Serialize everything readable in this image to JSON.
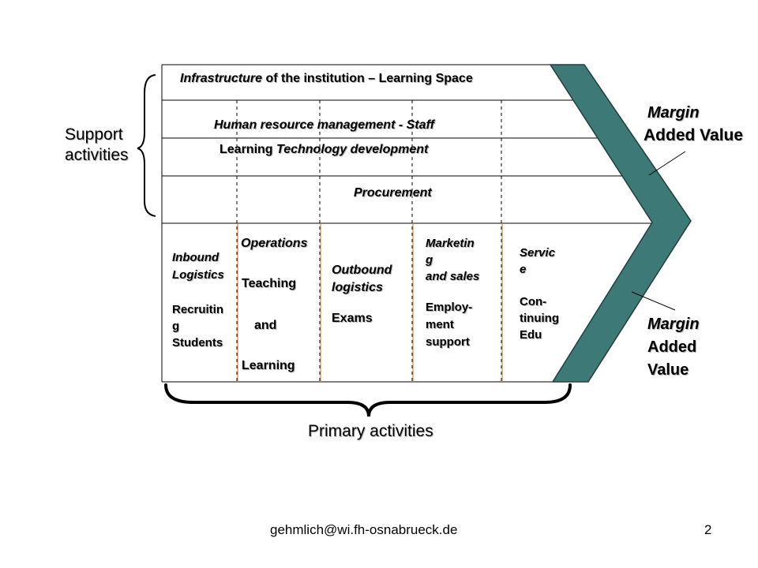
{
  "support": {
    "label_line1": "Support",
    "label_line2": "activities",
    "infrastructure": {
      "emph": "Infrastructure",
      "rest": " of the institution – Learning Space"
    },
    "hr": "Human resource management - Staff",
    "tech": {
      "plain": "Learning ",
      "emph": "Technology development"
    },
    "procurement": "Procurement"
  },
  "primary": {
    "label": "Primary activities",
    "inbound": {
      "heading": "Inbound\nLogistics",
      "body": "Recruitin\ng\nStudents"
    },
    "operations": {
      "heading": "Operations",
      "line1": "Teaching",
      "line2": "and",
      "line3": "Learning"
    },
    "outbound": {
      "heading": "Outbound\n logistics",
      "body": "Exams"
    },
    "marketing": {
      "heading": "Marketin\ng\nand sales",
      "body": "Employ-\nment\nsupport"
    },
    "service": {
      "heading": "Servic\ne",
      "body": "Con-\ntinuing\nEdu"
    }
  },
  "margin_top": {
    "label": "Margin",
    "value": "Added Value"
  },
  "margin_bottom": {
    "label": "Margin",
    "line1": "Added",
    "line2": "Value"
  },
  "footer": {
    "email": "gehmlich@wi.fh-osnabrueck.de",
    "page": "2"
  },
  "colors": {
    "arrow": "#3d7a77",
    "divider_orange": "#d4884a",
    "grid": "#000000",
    "shadow": "#b5b5b5"
  }
}
